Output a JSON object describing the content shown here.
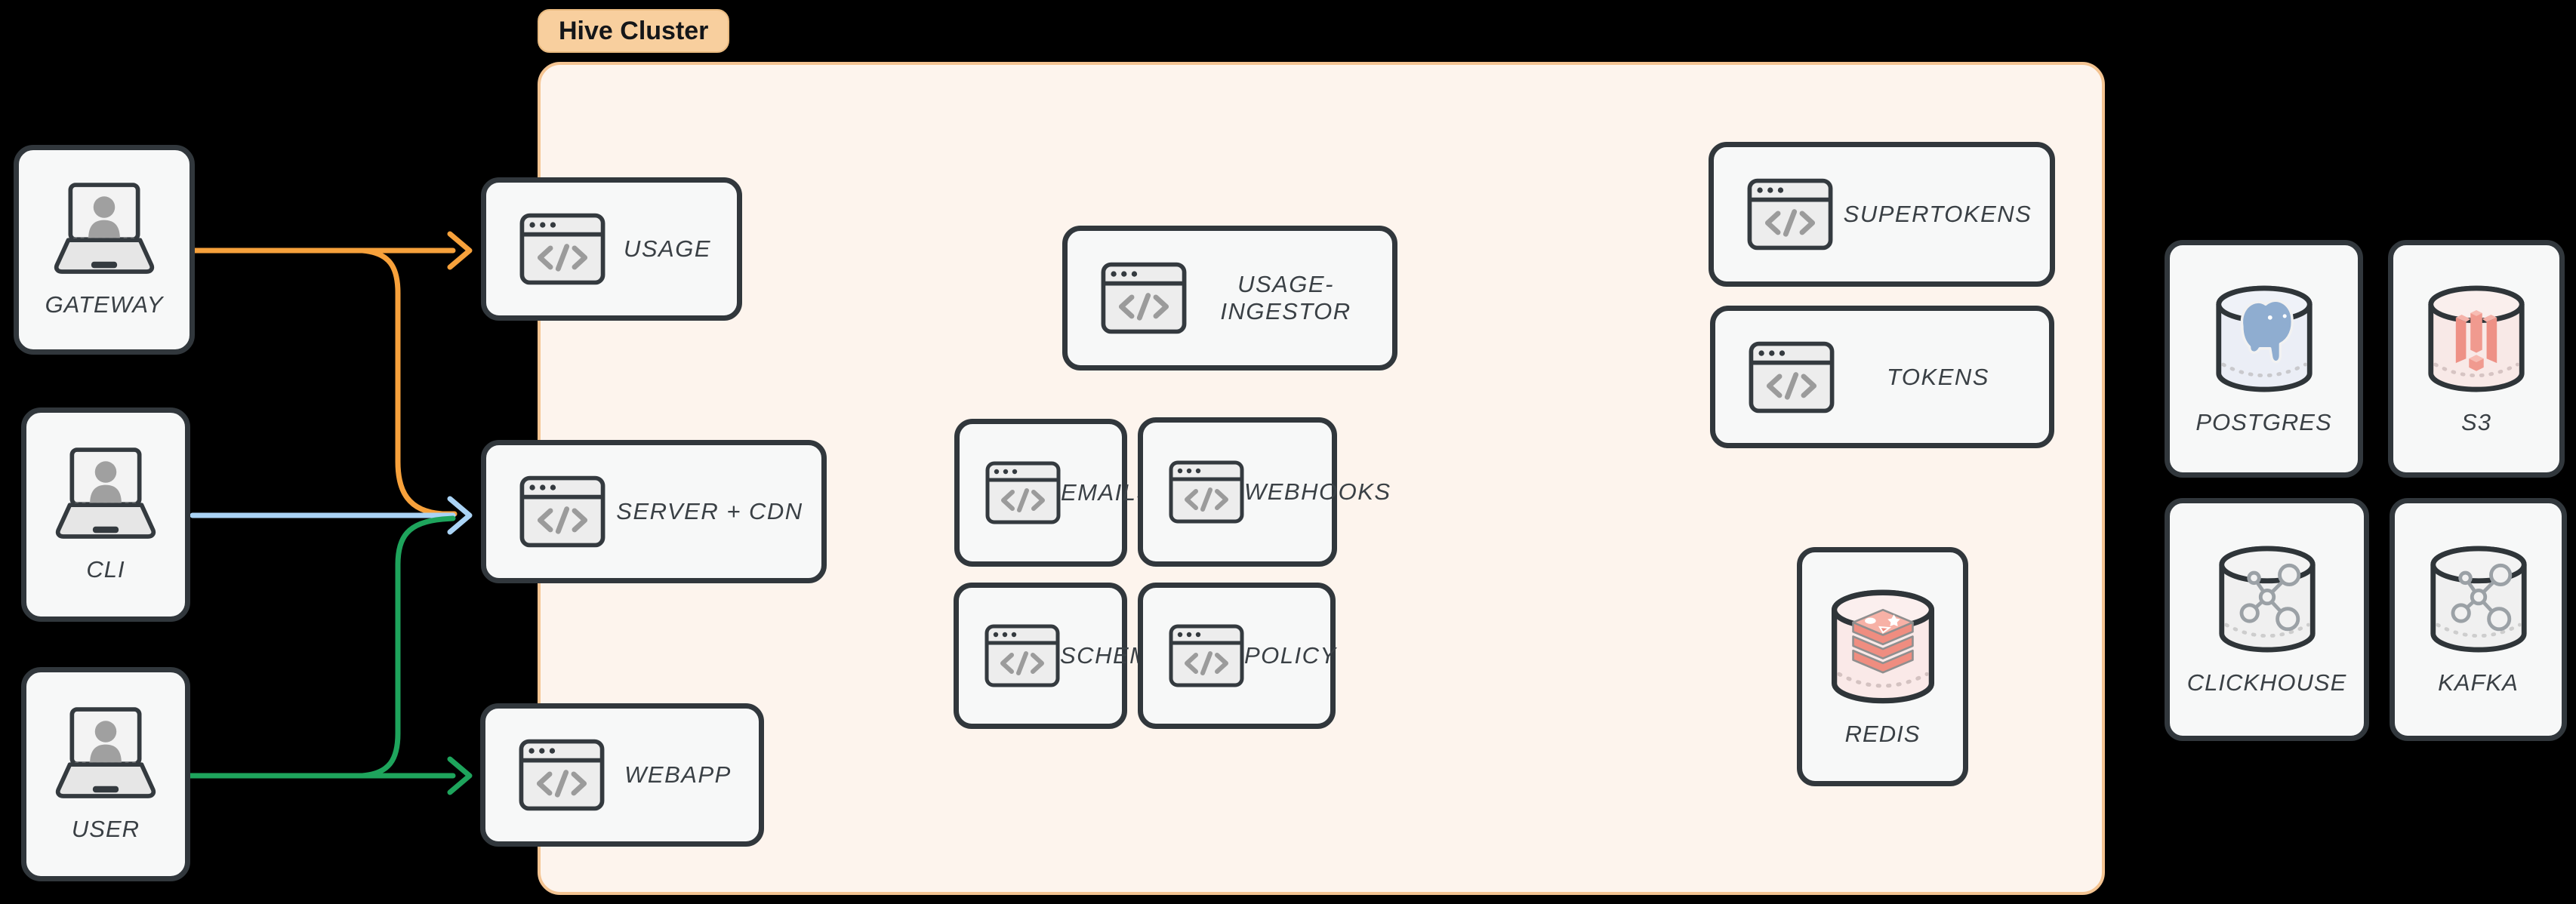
{
  "colors": {
    "arrow_orange": "#F7A13B",
    "arrow_blue": "#AAD3F5",
    "arrow_green": "#1EA45C",
    "cluster_fill": "#FDF4ED",
    "cluster_border": "#F4C492",
    "badge_fill": "#F8CF9E",
    "badge_border": "#E9BA80",
    "node_fill": "#F7F8F8",
    "node_border": "#31373C",
    "label_color": "#3A4045"
  },
  "cluster": {
    "badge": "Hive Cluster"
  },
  "clients": [
    {
      "label": "GATEWAY"
    },
    {
      "label": "CLI"
    },
    {
      "label": "USER"
    }
  ],
  "services": [
    {
      "label": "USAGE"
    },
    {
      "label": "SERVER + CDN"
    },
    {
      "label": "WEBAPP"
    },
    {
      "label": "USAGE-INGESTOR"
    },
    {
      "label": "EMAILS"
    },
    {
      "label": "WEBHOOKS"
    },
    {
      "label": "SCHEMA"
    },
    {
      "label": "POLICY"
    },
    {
      "label": "SUPERTOKENS"
    },
    {
      "label": "TOKENS"
    }
  ],
  "datastores": [
    {
      "label": "REDIS"
    },
    {
      "label": "POSTGRES"
    },
    {
      "label": "S3"
    },
    {
      "label": "CLICKHOUSE"
    },
    {
      "label": "KAFKA"
    }
  ]
}
